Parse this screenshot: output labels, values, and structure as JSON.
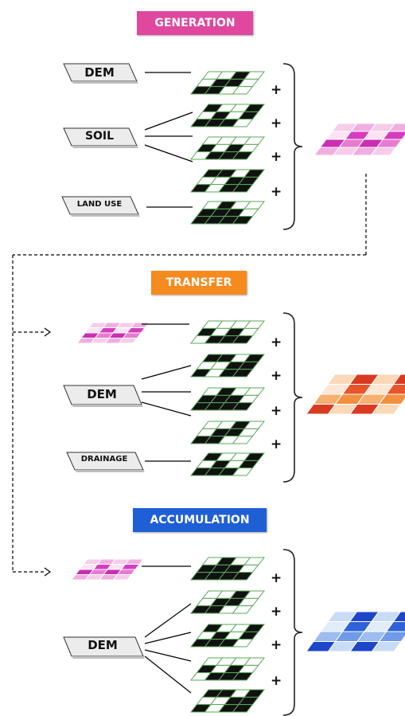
{
  "stages": [
    {
      "title": "GENERATION",
      "color": "#e0479e",
      "inputs": [
        "DEM",
        "SOIL",
        "LAND USE"
      ],
      "operators": [
        "+",
        "+",
        "+",
        "+"
      ],
      "output_palette": [
        "#f5cdea",
        "#e87ad0",
        "#d63cbf",
        "#f0aee0",
        "#c92fb0",
        "#fbe3f4"
      ]
    },
    {
      "title": "TRANSFER",
      "color": "#f58a1f",
      "inputs": [
        "DEM",
        "DRAINAGE"
      ],
      "operators": [
        "+",
        "+",
        "+",
        "+"
      ],
      "output_palette": [
        "#fbd8b8",
        "#f2903f",
        "#e8552a",
        "#d93a22",
        "#f6b072",
        "#fde7d3"
      ]
    },
    {
      "title": "ACCUMULATION",
      "color": "#1f5fd6",
      "inputs": [
        "DEM"
      ],
      "operators": [
        "+",
        "+",
        "+",
        "+"
      ],
      "output_palette": [
        "#c9dcf6",
        "#6f9be8",
        "#2f62d8",
        "#1f45c8",
        "#9dbcf0",
        "#e1ecfb"
      ]
    }
  ],
  "colors": {
    "grid_line": "#5aa85a",
    "grid_black": "#111111",
    "grid_white": "#ffffff",
    "connector": "#000000",
    "input_fill": "#ececec"
  }
}
